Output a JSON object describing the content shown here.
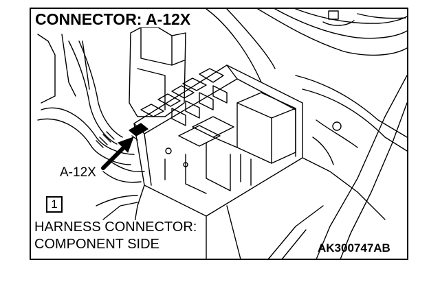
{
  "title": "CONNECTOR: A-12X",
  "callout_label": "A-12X",
  "step_number": "1",
  "caption_line1": "HARNESS CONNECTOR:",
  "caption_line2": "COMPONENT SIDE",
  "figure_code": "AK300747AB"
}
